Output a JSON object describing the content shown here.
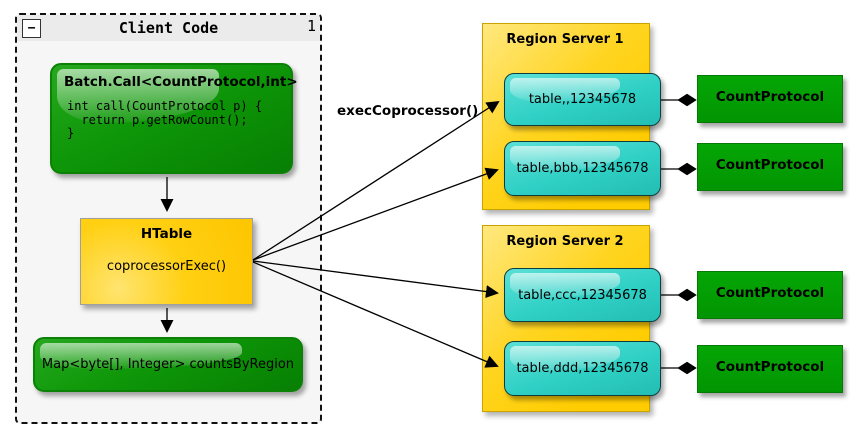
{
  "group": {
    "title": "Client Code",
    "collapse_label": "−",
    "badge": "1"
  },
  "nodes": {
    "batch_call": {
      "title": "Batch.Call<CountProtocol,int>",
      "code": [
        "int call(CountProtocol p) {",
        "  return p.getRowCount();",
        "}"
      ]
    },
    "htable": {
      "title": "HTable",
      "method": "coprocessorExec()"
    },
    "map_result": {
      "label": "Map<byte[], Integer> countsByRegion"
    }
  },
  "edge_label": "execCoprocessor()",
  "region_servers": [
    {
      "title": "Region Server 1",
      "regions": [
        "table,,12345678",
        "table,bbb,12345678"
      ]
    },
    {
      "title": "Region Server 2",
      "regions": [
        "table,ccc,12345678",
        "table,ddd,12345678"
      ]
    }
  ],
  "protocols": [
    "CountProtocol",
    "CountProtocol",
    "CountProtocol",
    "CountProtocol"
  ],
  "colors": {
    "glossy_green": "#0e9708",
    "yellow": "#ffcc00",
    "cyan": "#2fd0c5",
    "protocol_green": "#00a000"
  }
}
